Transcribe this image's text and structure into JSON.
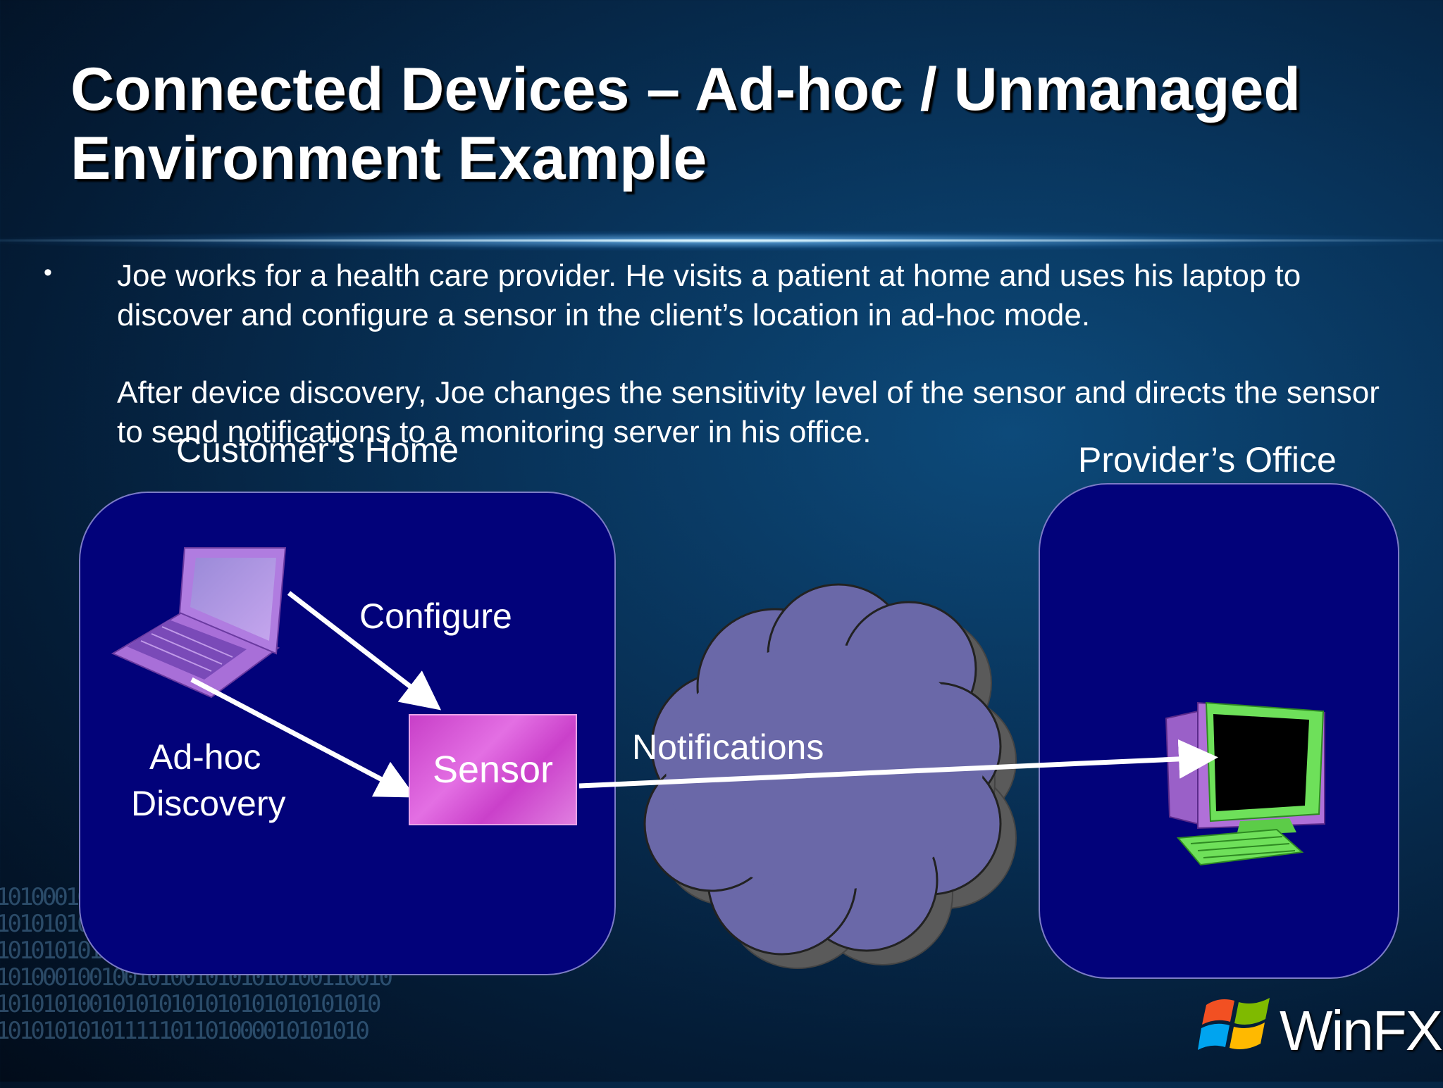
{
  "title": "Connected Devices – Ad-hoc / Unmanaged Environment Example",
  "bullet": "•",
  "paragraphs": [
    "Joe works for a health care provider. He visits a patient at home and uses his laptop to discover and configure a sensor in the client’s location in ad-hoc mode.",
    "After device discovery, Joe changes the sensitivity level of the sensor and directs the sensor to send notifications to a monitoring server in his office."
  ],
  "diagram": {
    "home_label": "Customer’s Home",
    "office_label": "Provider’s  Office",
    "configure_label": "Configure",
    "adhoc_label_1": "Ad-hoc",
    "adhoc_label_2": "Discovery",
    "sensor_label": "Sensor",
    "notifications_label": "Notifications",
    "nodes": [
      "laptop-icon",
      "sensor",
      "network-cloud",
      "desktop-computer-icon"
    ],
    "edges": [
      {
        "from": "laptop",
        "to": "sensor",
        "label": "Configure"
      },
      {
        "from": "laptop",
        "to": "sensor",
        "label": "Ad-hoc Discovery"
      },
      {
        "from": "sensor",
        "to": "desktop-computer",
        "label": "Notifications"
      }
    ]
  },
  "logo": {
    "text": "WinFX",
    "icon": "windows-flag-icon"
  },
  "background_binary": "101000101010\n10101010101010\n1010101010111111011010000101010\n1010001001001010010101010100110010\n101010100101010101010101010101010\n10101010101111101101000010101010",
  "colors": {
    "region_fill": "#02027a",
    "cloud_fill": "#6666a8",
    "sensor_fill": "#d050d0"
  }
}
